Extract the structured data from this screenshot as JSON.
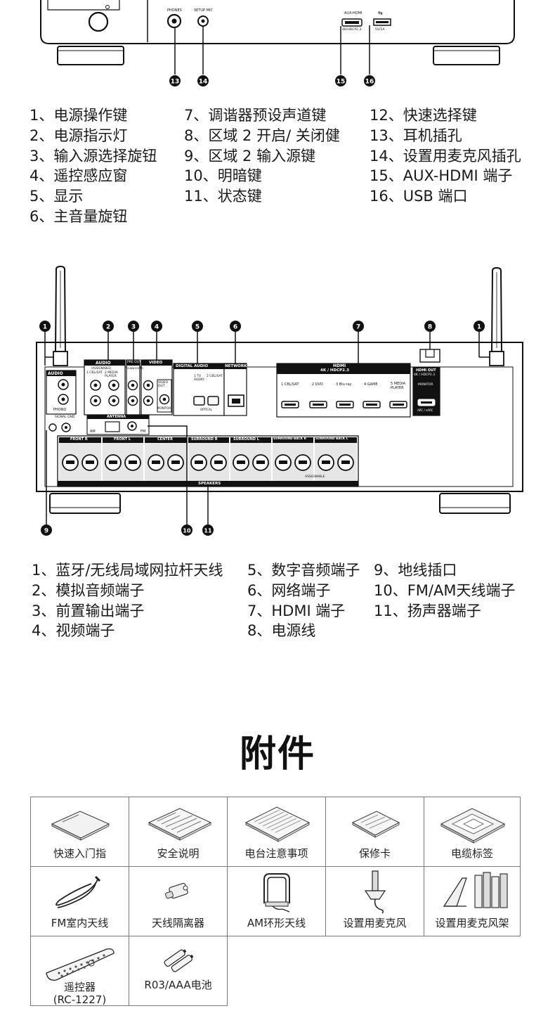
{
  "front_panel": {
    "labels": {
      "phones": "PHONES",
      "setup_mic": "SETUP MIC",
      "aux_hdmi": "AUX-HDMI",
      "aux_hdmi_sub": "4K/HDCP2.3",
      "usb_sub": "5V/1A"
    },
    "callouts": [
      "13",
      "14",
      "15",
      "16"
    ],
    "list_col1": [
      "1、电源操作键",
      "2、电源指示灯",
      "3、输入源选择旋钮",
      "4、遥控感应窗",
      "5、显示",
      "6、主音量旋钮"
    ],
    "list_col2": [
      "7、调谐器预设声道键",
      "8、区域 2  开启/ 关闭健",
      "9、区域 2  输入源键",
      "10、明暗键",
      "11、状态键"
    ],
    "list_col3": [
      "12、快速选择键",
      "13、耳机插孔",
      "14、设置用麦克风插孔",
      "15、AUX-HDMI  端子",
      "16、USB  端口"
    ]
  },
  "rear_panel": {
    "top_callouts": [
      "1",
      "2",
      "3",
      "4",
      "5",
      "6",
      "7",
      "8",
      "1"
    ],
    "bottom_callouts": [
      "9",
      "10",
      "11"
    ],
    "labels": {
      "audio_in": "AUDIO",
      "phono": "PHONO",
      "audio_assignable": "AUDIO",
      "assignable": "(ASSIGNABLE)",
      "cbl_sat": "1 CBL/SAT",
      "media_player": "2 MEDIA PLAYER",
      "pre_out": "PRE OUT",
      "subwoofer": "SUBWOOFER",
      "video": "VIDEO",
      "video_out": "VIDEO OUT",
      "monitor": "MONITOR",
      "digital_audio": "DIGITAL AUDIO",
      "tv_audio": "1 TV AUDIO",
      "cbl_sat2": "2 CBL/SAT",
      "optical": "OPTICAL",
      "network": "NETWORK",
      "hdmi": "HDMI",
      "hdmi_sub": "4K / HDCP2.3",
      "hdmi_inputs": [
        "1 CBL/SAT",
        "2 DVD",
        "3 Blu-ray",
        "4 GAME",
        "5 MEDIA PLAYER"
      ],
      "hdmi_out": "HDMI OUT",
      "hdmi_out_sub": "4K / HDCP2.3",
      "hdmi_monitor": "MONITOR",
      "arc": "ARC / eARC",
      "signal_gnd": "SIGNAL GND",
      "antenna": "ANTENNA",
      "am": "AM",
      "fm": "FM",
      "speakers": "SPEAKERS",
      "front_r": "FRONT R",
      "front_l": "FRONT L",
      "center": "CENTER",
      "surround_r": "SURROUND R",
      "surround_l": "SURROUND L",
      "surround_back_r": "SURROUND BACK R",
      "surround_back_l": "SURROUND BACK L",
      "assignable_spk": "ASSIGNABLE"
    },
    "list_col1": [
      "1、蓝牙/无线局域网拉杆天线",
      "2、模拟音频端子",
      "3、前置输出端子",
      "4、视频端子"
    ],
    "list_col2": [
      "5、数字音频端子",
      "6、网络端子",
      "7、HDMI  端子",
      "8、电源线"
    ],
    "list_col3": [
      "9、地线插口",
      "10、FM/AM天线端子",
      "11、扬声器端子"
    ]
  },
  "accessories": {
    "heading": "附件",
    "items": [
      {
        "label": "快速入门指",
        "icon": "quick-start-guide-icon"
      },
      {
        "label": "安全说明",
        "icon": "safety-instructions-icon"
      },
      {
        "label": "电台注意事项",
        "icon": "radio-notes-icon"
      },
      {
        "label": "保修卡",
        "icon": "warranty-card-icon"
      },
      {
        "label": "电缆标签",
        "icon": "cable-labels-icon"
      },
      {
        "label": "FM室内天线",
        "icon": "fm-antenna-icon"
      },
      {
        "label": "天线隔离器",
        "icon": "antenna-isolator-icon"
      },
      {
        "label": "AM环形天线",
        "icon": "am-loop-antenna-icon"
      },
      {
        "label": "设置用麦克风",
        "icon": "setup-microphone-icon"
      },
      {
        "label": "设置用麦克风架",
        "icon": "microphone-stand-icon"
      },
      {
        "label": "遥控器",
        "sublabel": "(RC-1227)",
        "icon": "remote-control-icon"
      },
      {
        "label": "R03/AAA电池",
        "icon": "batteries-icon"
      }
    ]
  }
}
